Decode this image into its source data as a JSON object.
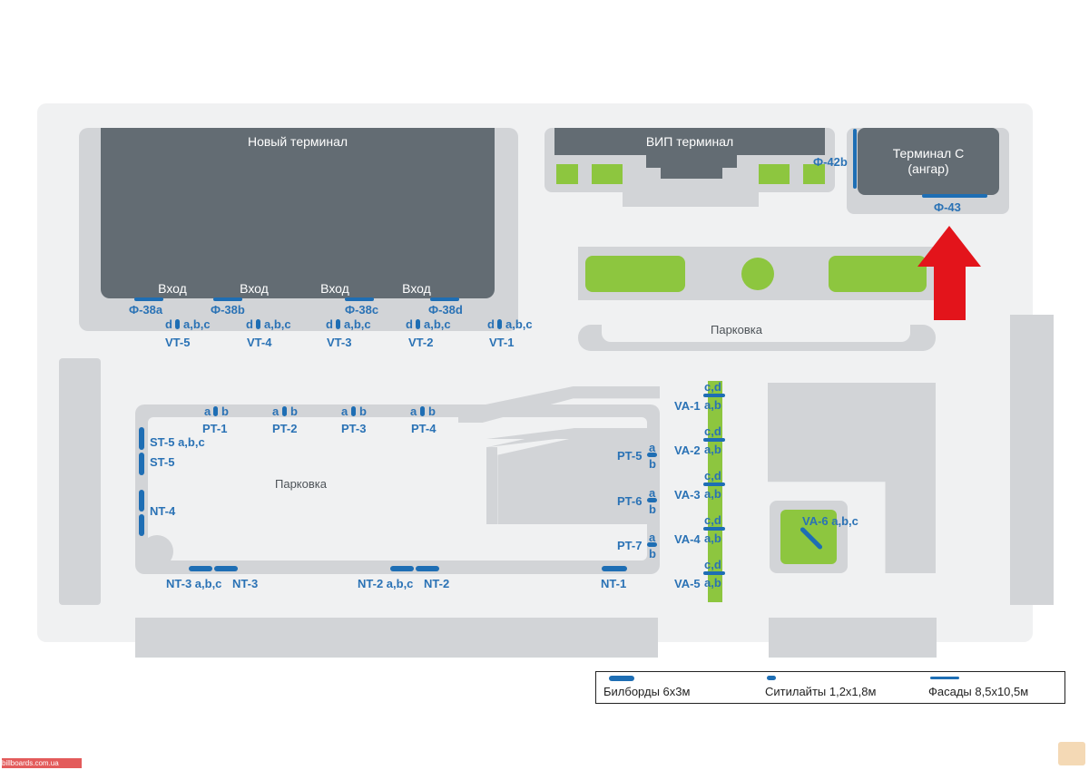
{
  "terminals": {
    "new": "Новый терминал",
    "vip": "ВИП терминал",
    "c_line1": "Терминал С",
    "c_line2": "(ангар)"
  },
  "entrances": [
    "Вход",
    "Вход",
    "Вход",
    "Вход"
  ],
  "parking": {
    "top": "Парковка",
    "main": "Парковка"
  },
  "facades": {
    "f38a": "Ф-38a",
    "f38b": "Ф-38b",
    "f38c": "Ф-38c",
    "f38d": "Ф-38d",
    "f42b": "Ф-42b",
    "f43": "Ф-43"
  },
  "vt": [
    {
      "sides": "d",
      "abc": "a,b,c",
      "name": "VT-5"
    },
    {
      "sides": "d",
      "abc": "a,b,c",
      "name": "VT-4"
    },
    {
      "sides": "d",
      "abc": "a,b,c",
      "name": "VT-3"
    },
    {
      "sides": "d",
      "abc": "a,b,c",
      "name": "VT-2"
    },
    {
      "sides": "d",
      "abc": "a,b,c",
      "name": "VT-1"
    }
  ],
  "pt_top": [
    {
      "a": "a",
      "b": "b",
      "name": "PT-1"
    },
    {
      "a": "a",
      "b": "b",
      "name": "PT-2"
    },
    {
      "a": "a",
      "b": "b",
      "name": "PT-3"
    },
    {
      "a": "a",
      "b": "b",
      "name": "PT-4"
    }
  ],
  "pt_right": [
    {
      "name": "PT-5",
      "a": "a",
      "b": "b"
    },
    {
      "name": "PT-6",
      "a": "a",
      "b": "b"
    },
    {
      "name": "PT-7",
      "a": "a",
      "b": "b"
    }
  ],
  "st": {
    "st5abc": "ST-5 a,b,c",
    "st5": "ST-5"
  },
  "nt": {
    "nt4": "NT-4",
    "nt3abc": "NT-3 a,b,c",
    "nt3": "NT-3",
    "nt2abc": "NT-2 a,b,c",
    "nt2": "NT-2",
    "nt1": "NT-1"
  },
  "va": [
    {
      "name": "VA-1",
      "cd": "c,d",
      "ab": "a,b"
    },
    {
      "name": "VA-2",
      "cd": "c,d",
      "ab": "a,b"
    },
    {
      "name": "VA-3",
      "cd": "c,d",
      "ab": "a,b"
    },
    {
      "name": "VA-4",
      "cd": "c,d",
      "ab": "a,b"
    },
    {
      "name": "VA-5",
      "cd": "c,d",
      "ab": "a,b"
    }
  ],
  "va6": "VA-6 a,b,c",
  "legend": {
    "billboards": "Билборды 6x3м",
    "citylights": "Ситилайты 1,2x1,8м",
    "facades": "Фасады 8,5x10,5м"
  },
  "footer": "billboards.com.ua",
  "colors": {
    "accent": "#1e6eb4",
    "building": "#636c73",
    "green": "#8dc63f",
    "arrow": "#e3141b"
  }
}
